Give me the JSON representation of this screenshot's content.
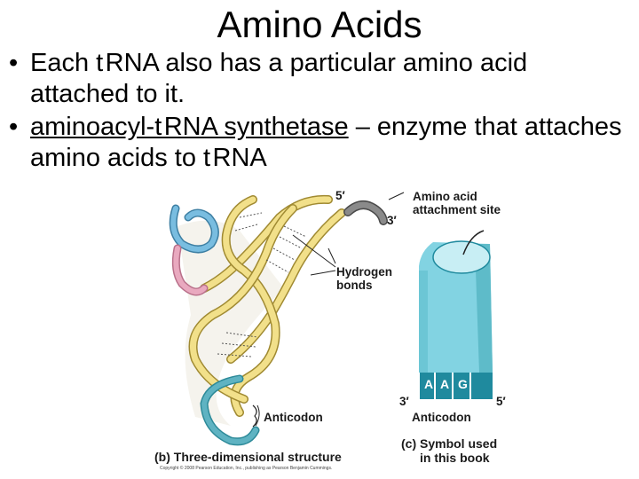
{
  "slide": {
    "title": "Amino Acids",
    "bullets": [
      {
        "marker": "•",
        "text": "Each t RNA also has a particular amino acid attached to it."
      },
      {
        "marker": "•",
        "term": "aminoacyl-t RNA synthetase",
        "rest": " – enzyme that attaches amino acids to t RNA"
      }
    ]
  },
  "figure": {
    "label_five_prime_top": "5′",
    "label_three_prime_top": "3′",
    "label_attachment": [
      "Amino acid",
      "attachment site"
    ],
    "label_hbonds": [
      "Hydrogen",
      "bonds"
    ],
    "label_anticodon_3d": "Anticodon",
    "caption_b": "(b) Three-dimensional structure",
    "symbol_bases": [
      "A",
      "A",
      "G"
    ],
    "label_three_prime_symbol": "3′",
    "label_five_prime_symbol": "5′",
    "label_anticodon_symbol": "Anticodon",
    "caption_c": [
      "(c) Symbol used",
      "in this book"
    ],
    "copyright": "Copyright © 2008 Pearson Education, Inc., publishing as Pearson Benjamin Cummings."
  },
  "colors": {
    "backbone_yellow": "#f2e08a",
    "backbone_outline": "#a08a32",
    "blue_loop": "#79bde0",
    "pink_loop": "#e9a9bf",
    "teal_anticodon": "#5fb3c2",
    "grey_end": "#7a7a7a",
    "symbol_body": "#82d3e2",
    "symbol_dark": "#1f8a9e"
  }
}
